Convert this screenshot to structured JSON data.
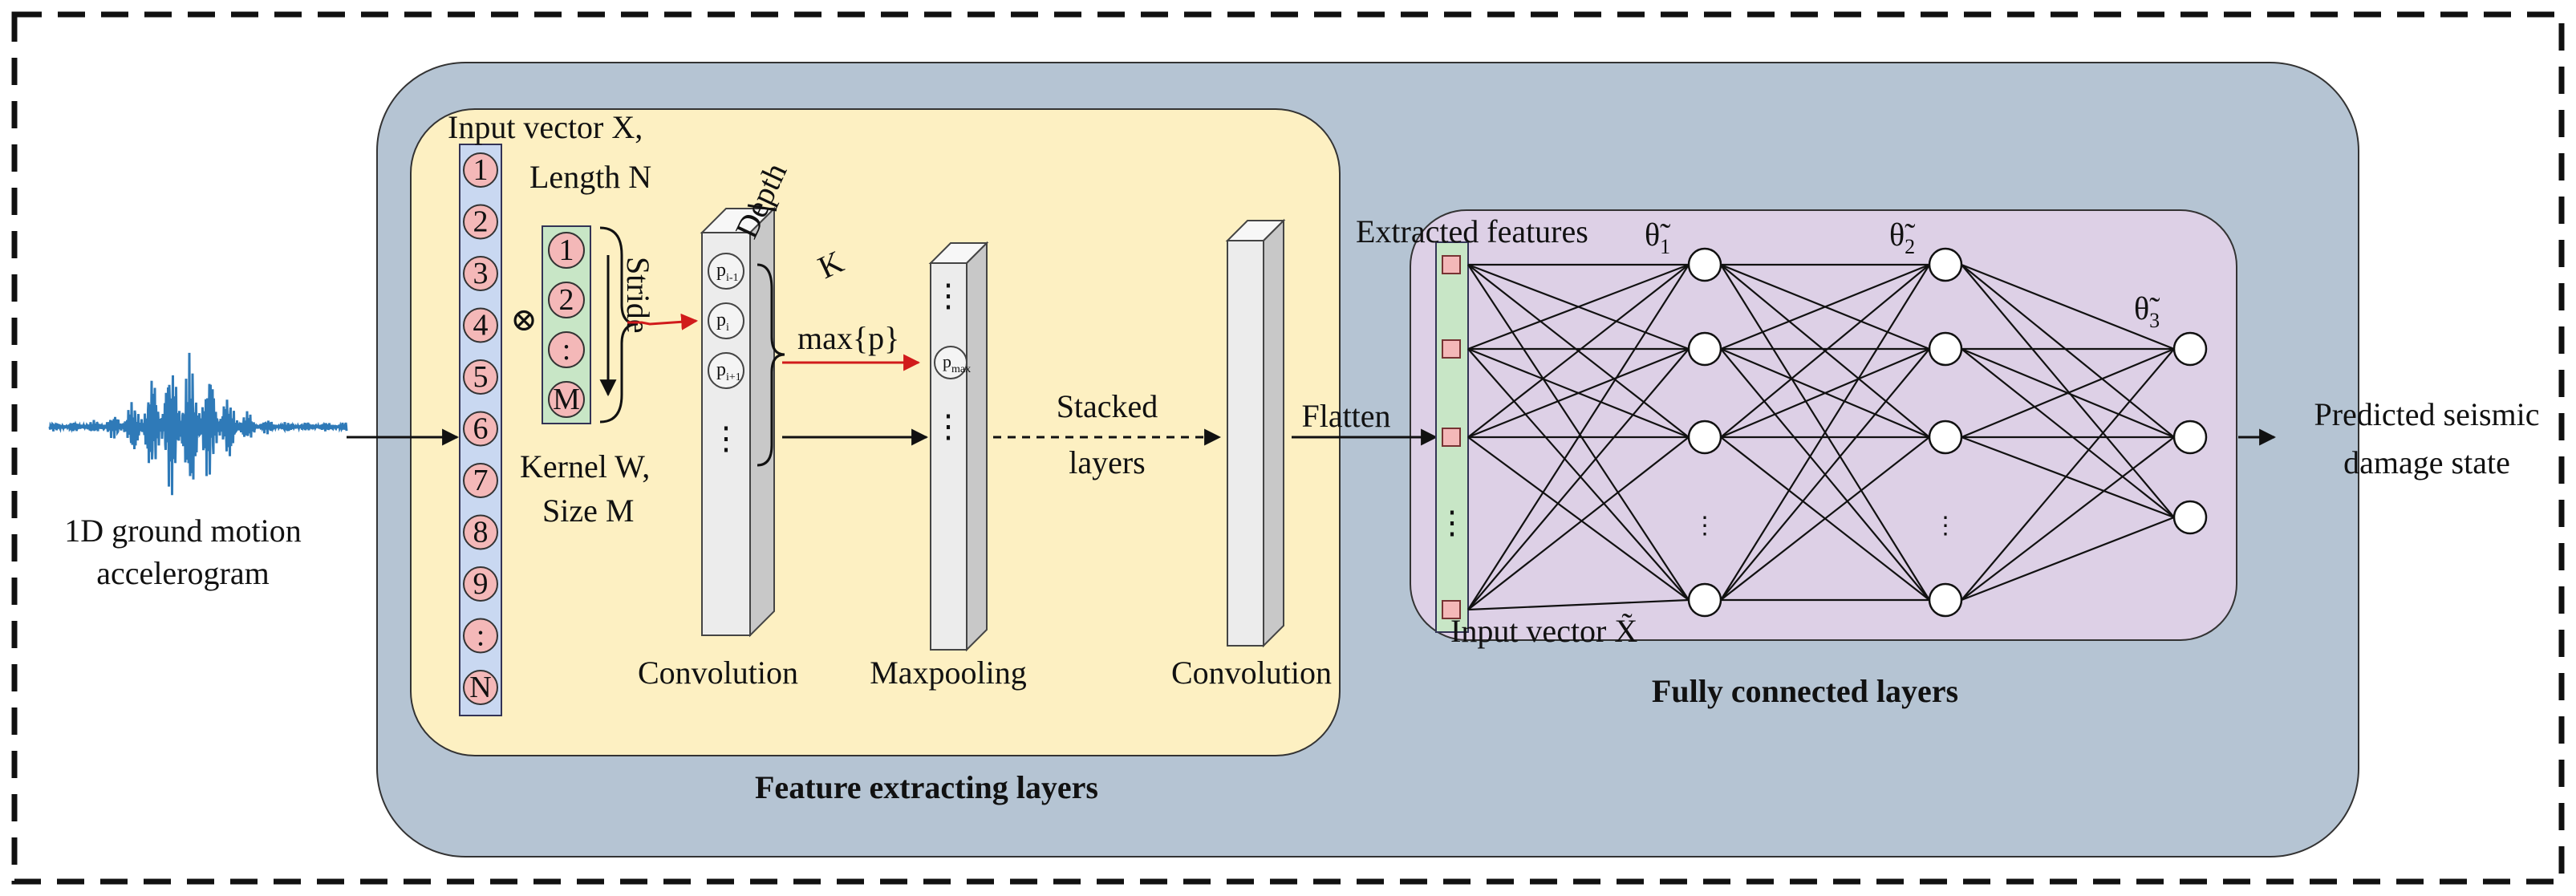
{
  "waveform": {
    "label_line1": "1D ground motion",
    "label_line2": "accelerogram"
  },
  "feature_block": {
    "title": "Feature extracting layers",
    "input_label_line1": "Input vector X,",
    "input_label_line2": "Length N",
    "input_items": [
      "1",
      "2",
      "3",
      "4",
      "5",
      "6",
      "7",
      "8",
      "9",
      ":",
      "N"
    ],
    "operator_symbol": "⊗",
    "kernel_items": [
      "1",
      "2",
      ":",
      "M"
    ],
    "stride_label": "Stride",
    "kernel_label_line1": "Kernel W,",
    "kernel_label_line2": "Size M",
    "depth_label": "Depth",
    "depth_value": "K",
    "conv_cells": [
      "p",
      "p",
      "p"
    ],
    "conv_cell_subs": [
      "i-1",
      "i",
      "i+1"
    ],
    "max_label": "max{p}",
    "pool_cell": "p",
    "pool_cell_sub": "max",
    "dots_vertical": "⋮",
    "conv_label": "Convolution",
    "pool_label": "Maxpooling",
    "stacked_line1": "Stacked",
    "stacked_line2": "layers",
    "conv2_label": "Convolution"
  },
  "flatten_label": "Flatten",
  "fc_block": {
    "title": "Fully connected layers",
    "extracted_label": "Extracted features",
    "theta1": "θ̃",
    "theta1_sub": "1",
    "theta2": "θ̃",
    "theta2_sub": "2",
    "theta3": "θ̃",
    "theta3_sub": "3",
    "input_vector_label": "Input vector X̃",
    "dots_vertical": "⋮"
  },
  "output": {
    "label_line1": "Predicted seismic",
    "label_line2": "damage state"
  },
  "colors": {
    "outer_box": "#b5c4d3",
    "feature_box": "#fdf0c2",
    "fc_box": "#ddd0e6",
    "input_vector": "#c9d8f1",
    "kernel_box": "#c8e6c6",
    "circle_fill": "#f4b8b8",
    "fc_input_vector": "#c8e6c6",
    "fc_input_square": "#f4b8b8",
    "waveform": "#2f7ab8",
    "arrow_red": "#d11b1b"
  }
}
